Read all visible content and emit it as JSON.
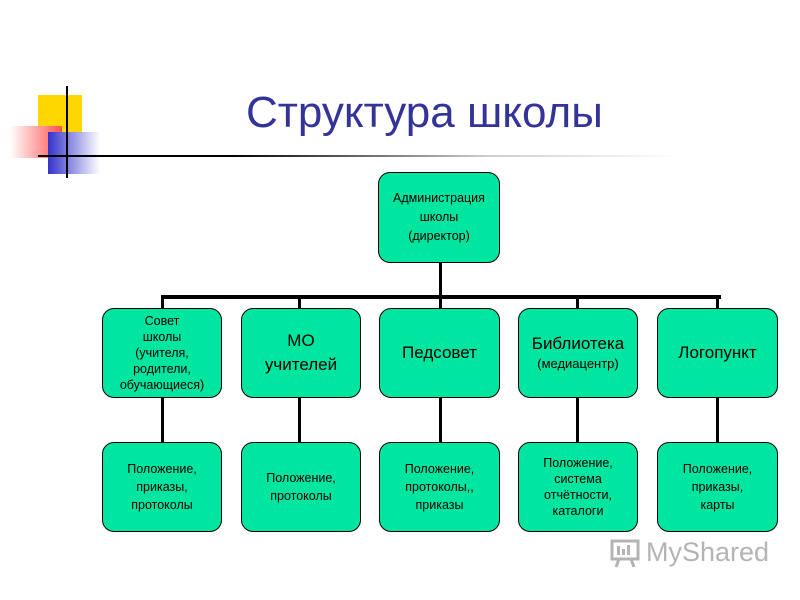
{
  "title": "Структура школы",
  "colors": {
    "box_fill": "#00e6a0",
    "title": "#333399",
    "accent_yellow": "#ffd700",
    "accent_red": "#ff5050",
    "accent_blue": "#3333cc"
  },
  "root": {
    "label": "Администрация\nшколы\n(директор)"
  },
  "departments": [
    {
      "label": "Совет\nшколы\n(учителя,\nродители,\nобучающиеся)",
      "doc": "Положение,\nприказы,\nпротоколы"
    },
    {
      "label": "МО\nучителей",
      "doc": "Положение,\nпротоколы"
    },
    {
      "label": "Педсовет",
      "doc": "Положение,\nпротоколы,,\nприказы"
    },
    {
      "label": "Библиотека",
      "sublabel": "(медиацентр)",
      "doc": "Положение,\nсистема\nотчётности,\nкаталоги"
    },
    {
      "label": "Логопункт",
      "doc": "Положение,\nприказы,\nкарты"
    }
  ],
  "watermark": {
    "text": "MyShared",
    "icon": "presentation-board-icon"
  }
}
